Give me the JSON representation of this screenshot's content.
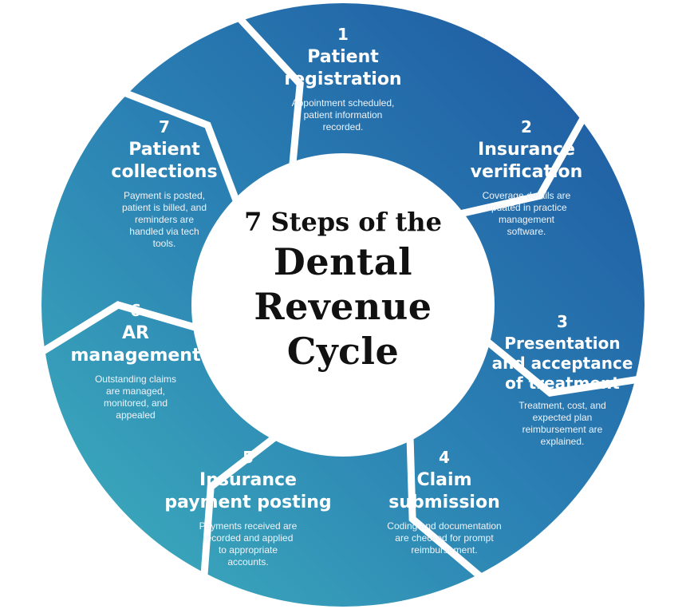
{
  "title": {
    "line1": "7 Steps of the",
    "line2": "Dental",
    "line3": "Revenue",
    "line4": "Cycle"
  },
  "colors": {
    "outer_blue": "#1f5fa6",
    "inner_teal": "#34a3b6",
    "text": "#ffffff",
    "center_text": "#111111"
  },
  "steps": [
    {
      "number": "1",
      "title_lines": [
        "Patient",
        "registration"
      ],
      "description_lines": [
        "Appointment scheduled,",
        "patient information",
        "recorded."
      ]
    },
    {
      "number": "2",
      "title_lines": [
        "Insurance",
        "verification"
      ],
      "description_lines": [
        "Coverage details are",
        "updated in practice",
        "management",
        "software."
      ]
    },
    {
      "number": "3",
      "title_lines": [
        "Presentation",
        "and acceptance",
        "of treatment"
      ],
      "description_lines": [
        "Treatment, cost, and",
        "expected plan",
        "reimbursement are",
        "explained."
      ]
    },
    {
      "number": "4",
      "title_lines": [
        "Claim",
        "submission"
      ],
      "description_lines": [
        "Coding and documentation",
        "are checked for prompt",
        "reimbursement."
      ]
    },
    {
      "number": "5",
      "title_lines": [
        "Insurance",
        "payment posting"
      ],
      "description_lines": [
        "Payments received are",
        "recorded and applied",
        "to appropriate",
        "accounts."
      ]
    },
    {
      "number": "6",
      "title_lines": [
        "AR",
        "management"
      ],
      "description_lines": [
        "Outstanding claims",
        "are managed,",
        "monitored, and",
        "appealed"
      ]
    },
    {
      "number": "7",
      "title_lines": [
        "Patient",
        "collections"
      ],
      "description_lines": [
        "Payment is posted,",
        "patient is billed, and",
        "reminders are",
        "handled via tech",
        "tools."
      ]
    }
  ]
}
